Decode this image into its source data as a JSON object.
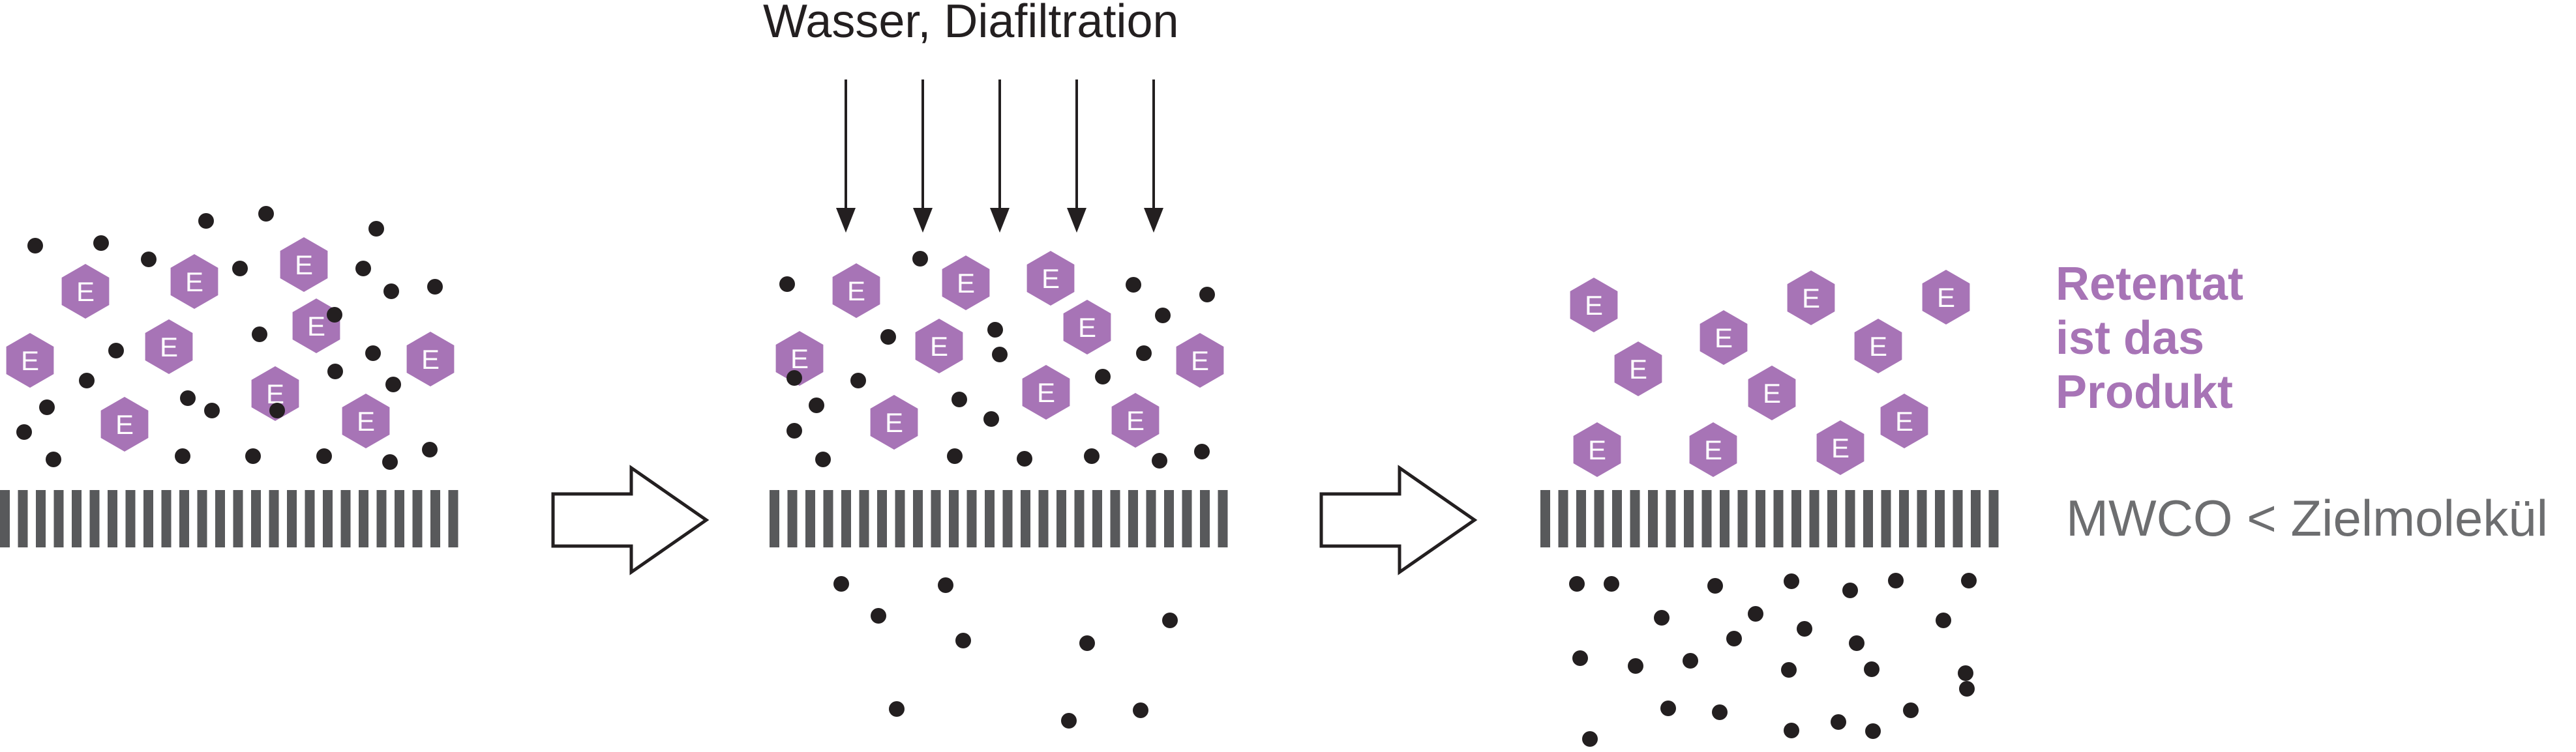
{
  "labels": {
    "top": "Wasser, Diafiltration",
    "retentat_lines": [
      "Retentat",
      "ist das",
      "Produkt"
    ],
    "mwco": "MWCO < Zielmolekül"
  },
  "molecule_letter": "E",
  "colors": {
    "hexagon": "#a774b6",
    "dot": "#231f20",
    "membrane": "#58595b",
    "arrow": "#231f20",
    "retentat_text": "#a774b6",
    "mwco_text": "#6d6e70"
  },
  "icons": {
    "molecule": "hexagon-E-icon",
    "small_molecule": "dot-icon",
    "process_arrow": "right-arrow-icon",
    "water_arrow": "down-arrow-icon"
  }
}
